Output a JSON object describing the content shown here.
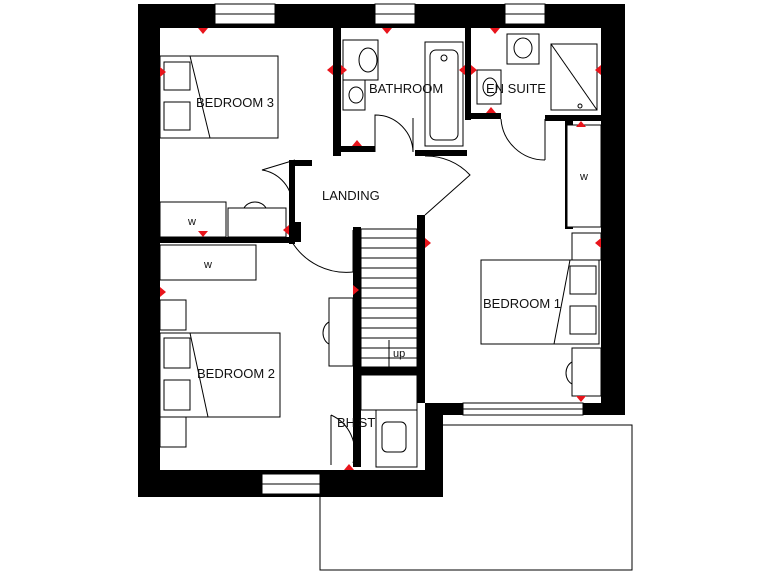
{
  "plan": {
    "rooms": {
      "bedroom3": "BEDROOM 3",
      "bathroom": "BATHROOM",
      "ensuite": "EN SUITE",
      "landing": "LANDING",
      "bedroom1": "BEDROOM 1",
      "bedroom2": "BEDROOM 2",
      "bh_st": "BH ST"
    },
    "wardrobe_bed3": "w",
    "wardrobe_bed2": "w",
    "wardrobe_bed1": "w",
    "stairs_label": "up"
  },
  "colors": {
    "wall": "#000000",
    "marker": "#e8141b",
    "background": "#ffffff"
  }
}
